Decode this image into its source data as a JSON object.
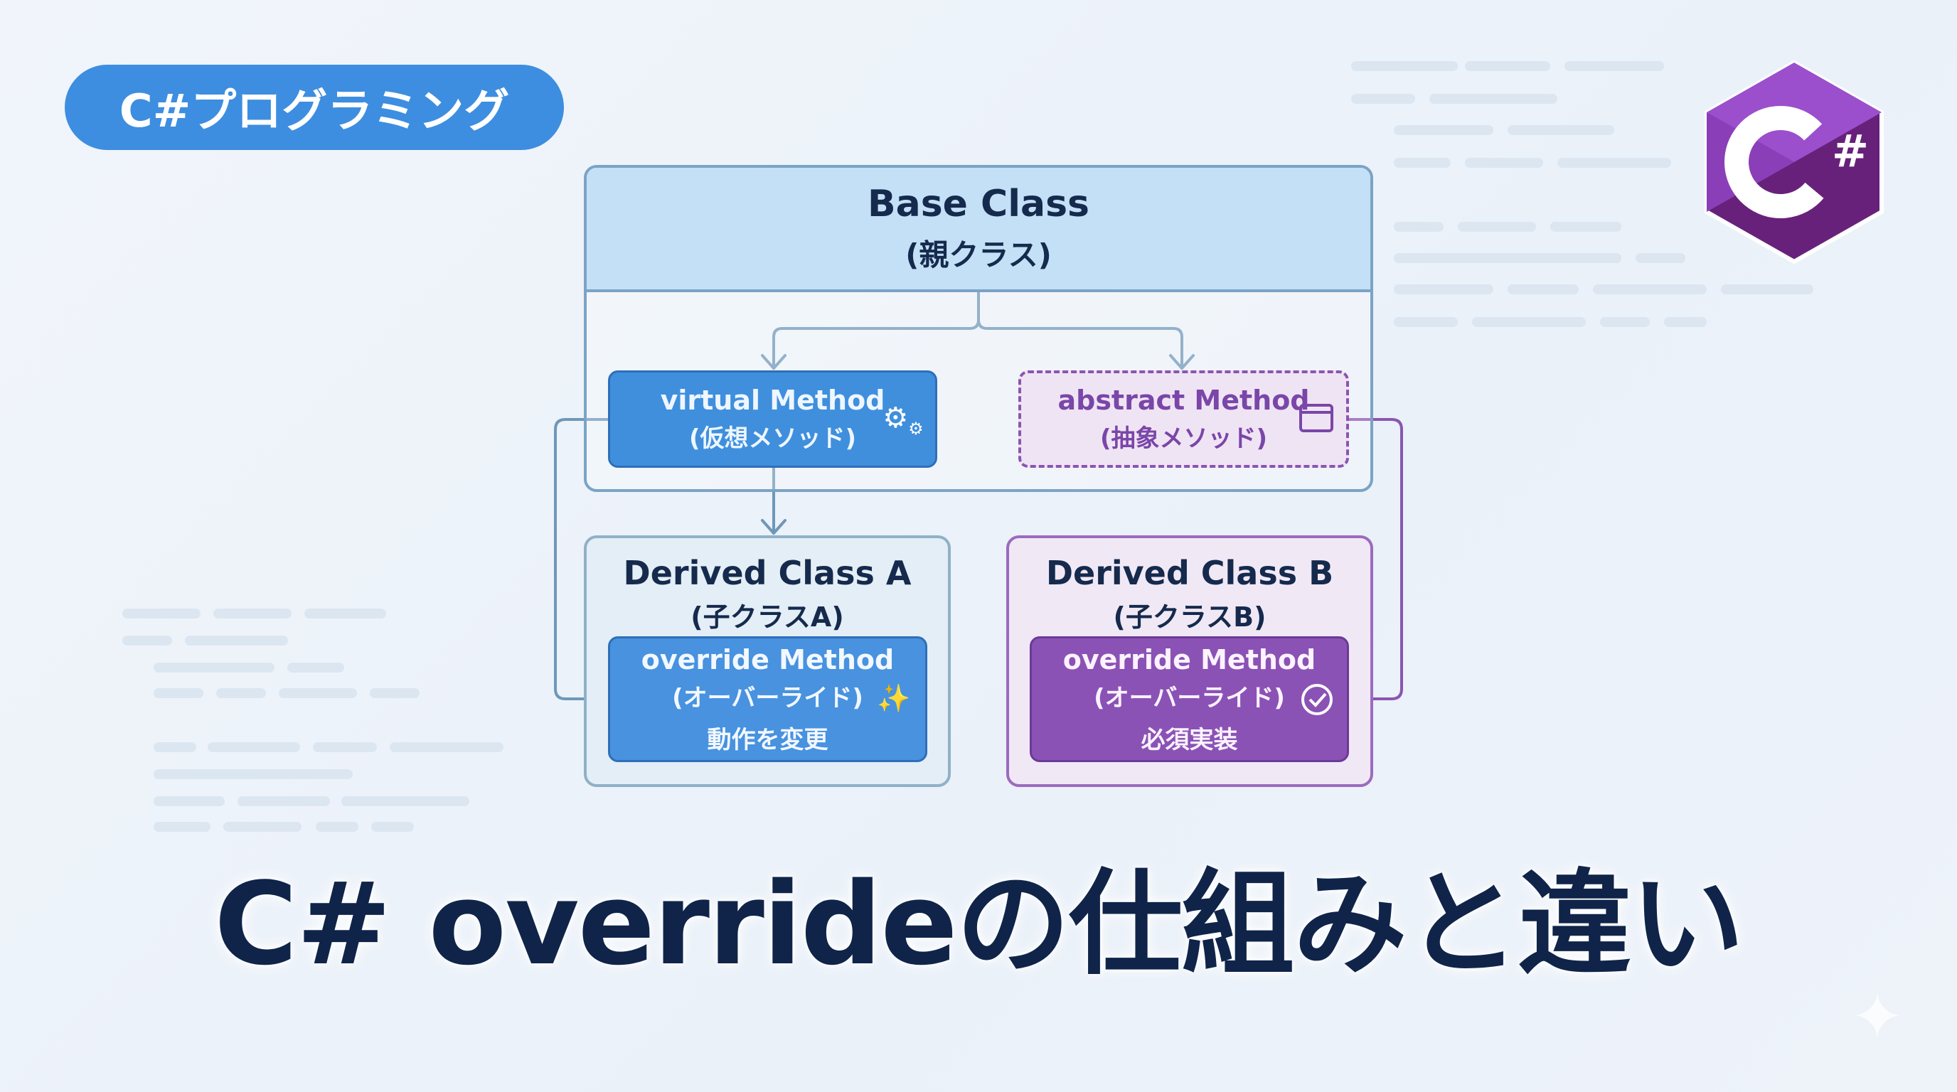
{
  "badge": {
    "label": "C#プログラミング"
  },
  "logo": {
    "text": "C#"
  },
  "diagram": {
    "base": {
      "title": "Base Class",
      "subtitle": "(親クラス)"
    },
    "virtual_method": {
      "title": "virtual Method",
      "subtitle": "(仮想メソッド)"
    },
    "abstract_method": {
      "title": "abstract Method",
      "subtitle": "(抽象メソッド)"
    },
    "derived_a": {
      "title": "Derived Class A",
      "subtitle": "(子クラスA)",
      "override": {
        "title": "override Method",
        "subtitle": "(オーバーライド)",
        "note": "動作を変更"
      }
    },
    "derived_b": {
      "title": "Derived Class B",
      "subtitle": "(子クラスB)",
      "override": {
        "title": "override Method",
        "subtitle": "(オーバーライド)",
        "note": "必須実装"
      }
    }
  },
  "headline": "C# overrideの仕組みと違い",
  "colors": {
    "blue": "#3f8fdd",
    "purple": "#8b52b5",
    "navy": "#0f2448"
  }
}
